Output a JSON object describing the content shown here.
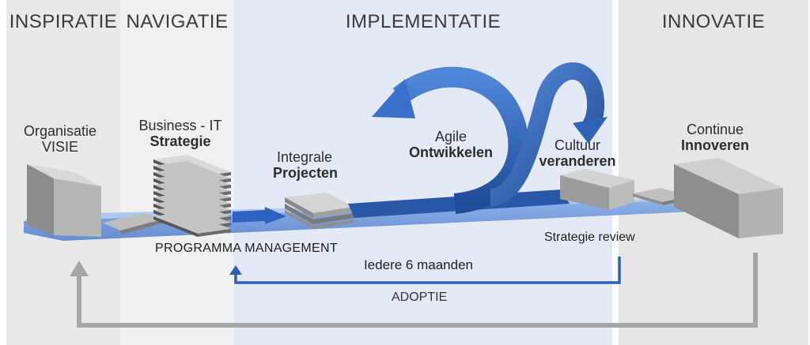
{
  "phases": [
    "INSPIRATIE",
    "NAVIGATIE",
    "IMPLEMENTATIE",
    "INNOVATIE"
  ],
  "items": {
    "visie": {
      "line1": "Organisatie",
      "line2": "VISIE"
    },
    "strategie": {
      "line1": "Business - IT",
      "line2": "Strategie"
    },
    "projecten": {
      "line1": "Integrale",
      "line2": "Projecten"
    },
    "agile": {
      "line1": "Agile",
      "line2": "Ontwikkelen"
    },
    "cultuur": {
      "line1": "Cultuur",
      "line2": "veranderen"
    },
    "innoveren": {
      "line1": "Continue",
      "line2": "Innoveren"
    }
  },
  "labels": {
    "programma": "PROGRAMMA MANAGEMENT",
    "review": "Strategie review",
    "cycle": "Iedere 6 maanden",
    "adoptie": "ADOPTIE"
  },
  "colors": {
    "accent_blue": "#2f5fb3",
    "platform_blue": "#5b8fdc",
    "feedback_gray": "#a6a6a6"
  }
}
